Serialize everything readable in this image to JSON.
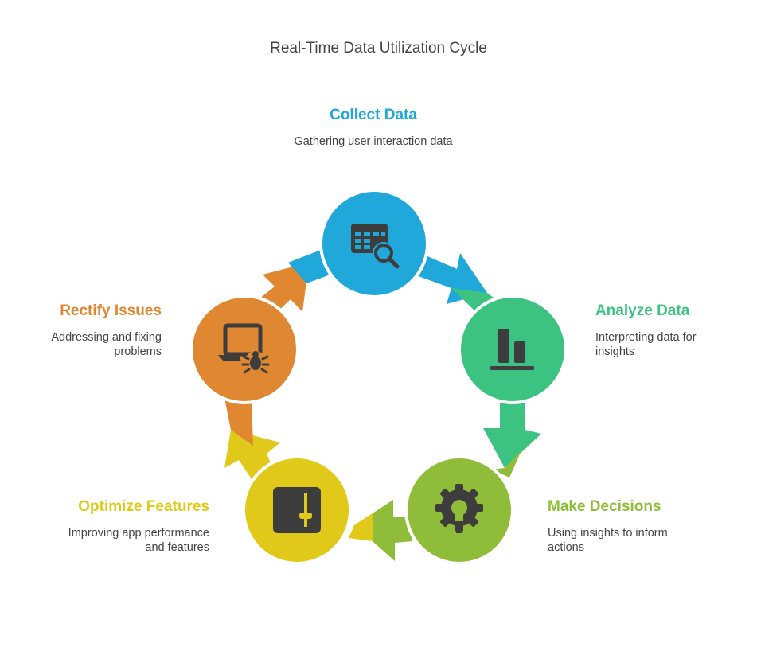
{
  "title": "Real-Time Data Utilization Cycle",
  "colors": {
    "collect": "#1fa8d9",
    "analyze": "#3cc382",
    "decide": "#8fbd3a",
    "optimize": "#e0c918",
    "rectify": "#e08731",
    "icon": "#3d3d3d",
    "text": "#444444"
  },
  "steps": [
    {
      "id": "collect",
      "title": "Collect Data",
      "description": "Gathering user interaction data",
      "icon": "table-search-icon"
    },
    {
      "id": "analyze",
      "title": "Analyze Data",
      "description": "Interpreting data for insights",
      "icon": "bar-chart-icon"
    },
    {
      "id": "decide",
      "title": "Make Decisions",
      "description": "Using insights to inform actions",
      "icon": "gear-lightbulb-icon"
    },
    {
      "id": "optimize",
      "title": "Optimize Features",
      "description": "Improving app performance and features",
      "icon": "slider-icon"
    },
    {
      "id": "rectify",
      "title": "Rectify Issues",
      "description": "Addressing and fixing problems",
      "icon": "screen-bug-icon"
    }
  ]
}
